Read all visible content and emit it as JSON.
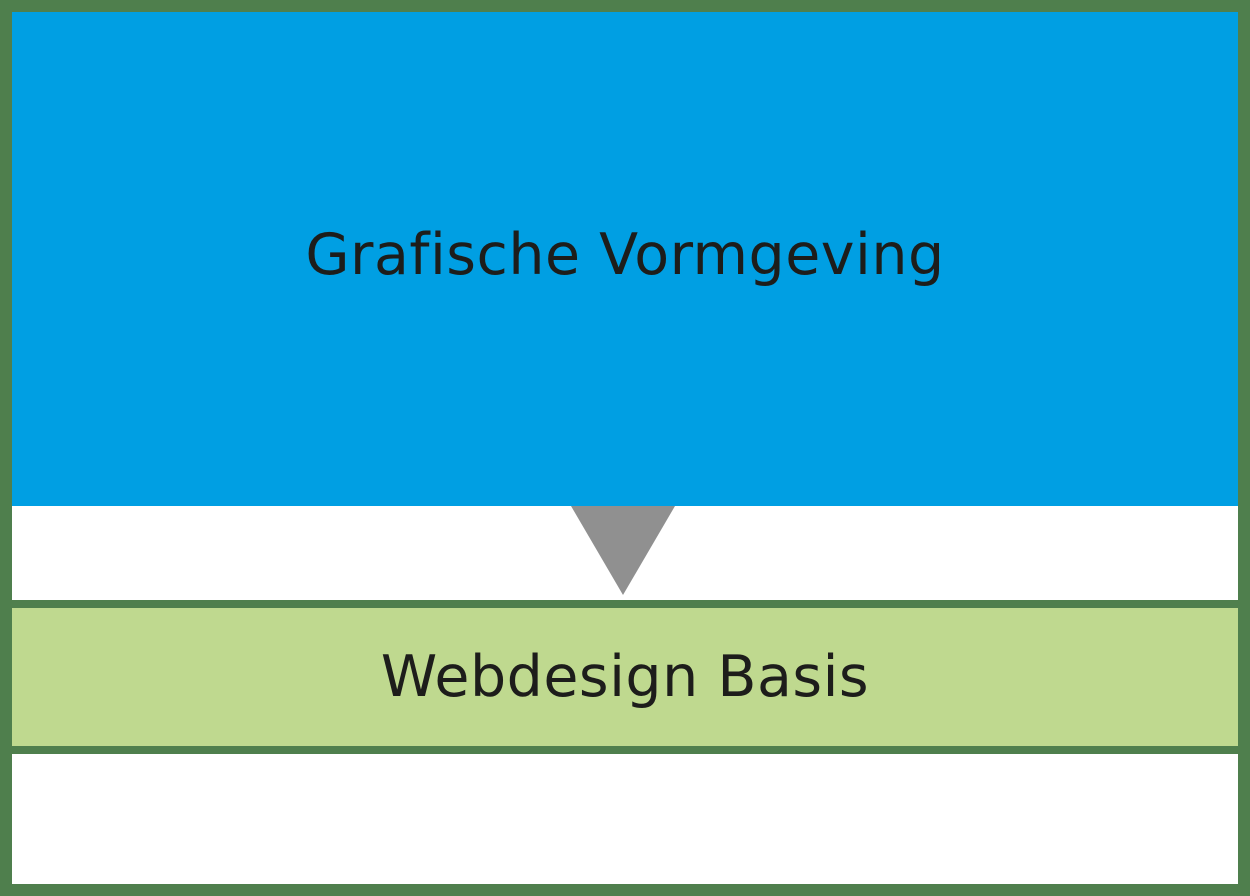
{
  "diagram": {
    "top_box": {
      "label": "Grafische Vormgeving",
      "color": "#009fe3"
    },
    "connector": {
      "type": "down-arrow",
      "color": "#909090"
    },
    "bottom_box": {
      "label": "Webdesign Basis",
      "color": "#bfd98f"
    },
    "border_color": "#4f7f4d"
  }
}
